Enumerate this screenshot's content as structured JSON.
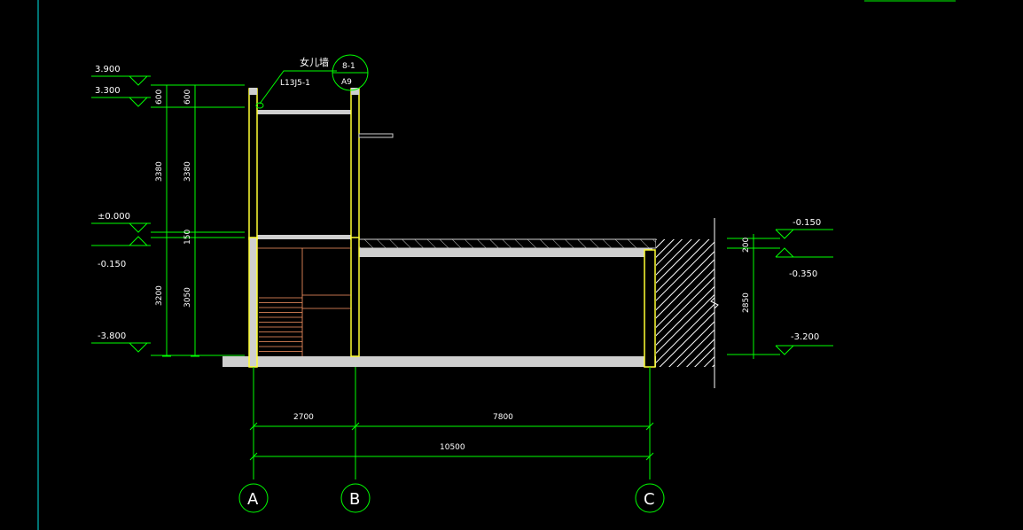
{
  "drawing": {
    "colors": {
      "background": "#000000",
      "dimension_lines": "#00ff00",
      "walls": "#ffff33",
      "slabs": "#cfcfcf",
      "stair": "#ff9966",
      "text": "#ffffff",
      "detail_circle": "#00ff00"
    },
    "parapet_note": {
      "label": "女儿墙",
      "code": "L13J5-1",
      "detail_top": "8-1",
      "detail_bottom": "A9"
    },
    "levels_left": [
      {
        "id": "l3900",
        "text": "3.900"
      },
      {
        "id": "l3300",
        "text": "3.300"
      },
      {
        "id": "l0000",
        "text": "±0.000"
      },
      {
        "id": "l0150",
        "text": "-0.150"
      },
      {
        "id": "l3800",
        "text": "-3.800"
      }
    ],
    "levels_right": [
      {
        "id": "r0150",
        "text": "-0.150"
      },
      {
        "id": "r0350",
        "text": "-0.350"
      },
      {
        "id": "r3200",
        "text": "-3.200"
      }
    ],
    "dims_left_outer": [
      {
        "text": "600"
      },
      {
        "text": "3380"
      },
      {
        "text": "3200"
      }
    ],
    "dims_left_inner": [
      {
        "text": "600"
      },
      {
        "text": "3380"
      },
      {
        "text": "150"
      },
      {
        "text": "3050"
      }
    ],
    "dims_right": [
      {
        "text": "200"
      },
      {
        "text": "2850"
      }
    ],
    "dims_bottom": [
      {
        "text": "2700"
      },
      {
        "text": "7800"
      }
    ],
    "dims_total": {
      "text": "10500"
    },
    "axes": [
      {
        "label": "A"
      },
      {
        "label": "B"
      },
      {
        "label": "C"
      }
    ]
  }
}
